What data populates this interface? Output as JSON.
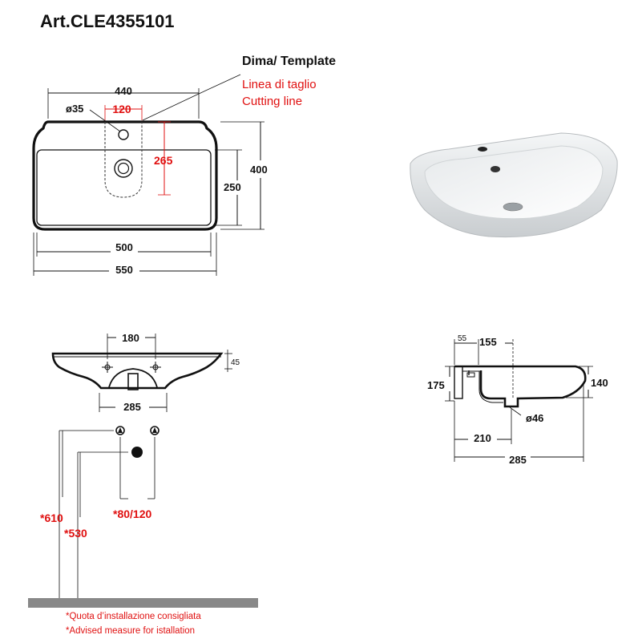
{
  "title": "Art.CLE4355101",
  "template_block": {
    "heading": "Dima/ Template",
    "line1": "Linea di taglio",
    "line2": "Cutting line"
  },
  "top_view": {
    "dim_width_top": "440",
    "dim_hole": "ø35",
    "dim_cut_width": "120",
    "dim_cut_depth": "265",
    "dim_total_depth": "400",
    "dim_bowl_depth": "250",
    "dim_bowl_width": "500",
    "dim_total_width": "550"
  },
  "front_view": {
    "dim_fixing": "180",
    "dim_rim": "45",
    "dim_base": "285"
  },
  "side_view": {
    "dim_55": "55",
    "dim_155": "155",
    "dim_175": "175",
    "dim_140": "140",
    "dim_46": "ø46",
    "dim_210": "210",
    "dim_285": "285"
  },
  "install": {
    "dim_610": "*610",
    "dim_530": "*530",
    "dim_80_120": "*80/120"
  },
  "notes": {
    "it": "*Quota d’installazione consigliata",
    "en": "*Advised measure for istallation"
  }
}
